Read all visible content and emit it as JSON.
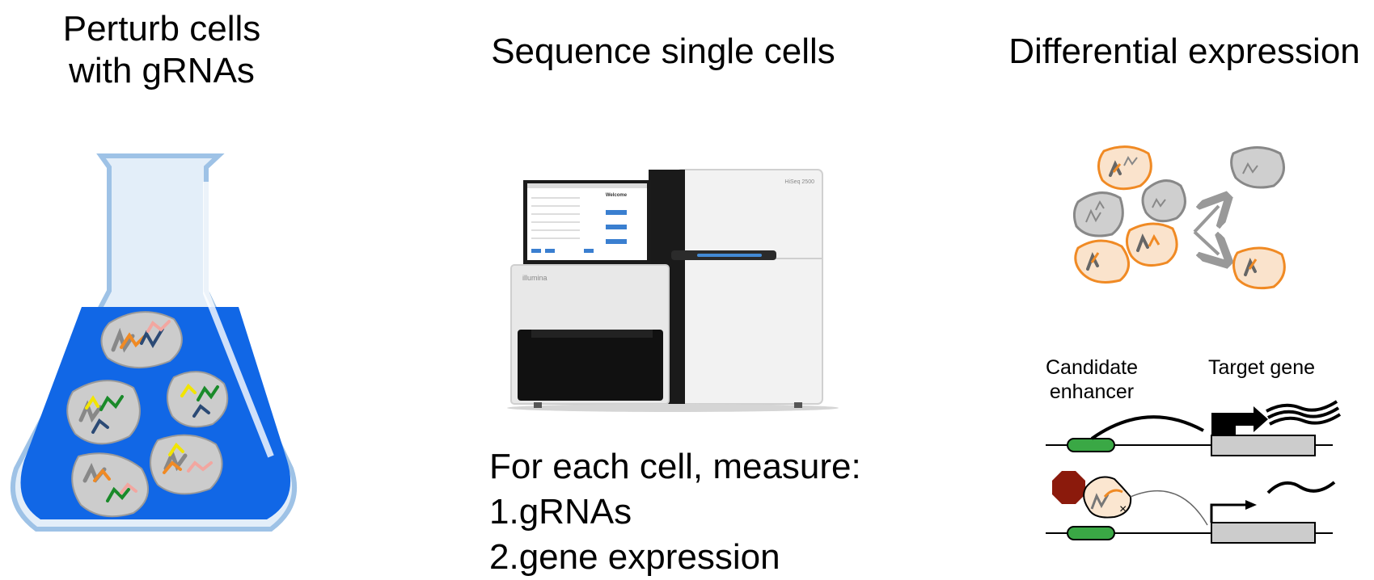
{
  "panels": {
    "perturb": {
      "title_line1": "Perturb cells",
      "title_line2": "with gRNAs"
    },
    "sequence": {
      "title": "Sequence single cells",
      "measure_heading": "For each cell, measure:",
      "measure_items": [
        "1.gRNAs",
        "2.gene expression"
      ],
      "sequencer": {
        "brand": "illumina",
        "model": "HiSeq 2500",
        "screen_title": "Welcome"
      }
    },
    "differential": {
      "title": "Differential expression",
      "candidate_label_1": "Candidate",
      "candidate_label_2": "enhancer",
      "target_label": "Target gene"
    }
  },
  "colors": {
    "flask_liquid": "#1167e6",
    "flask_glass": "#cfe3f7",
    "cell_fill": "#cccccc",
    "cell_orange": "#f08a24",
    "enhancer_green": "#3aa845",
    "stop_red": "#8b1a0c"
  }
}
